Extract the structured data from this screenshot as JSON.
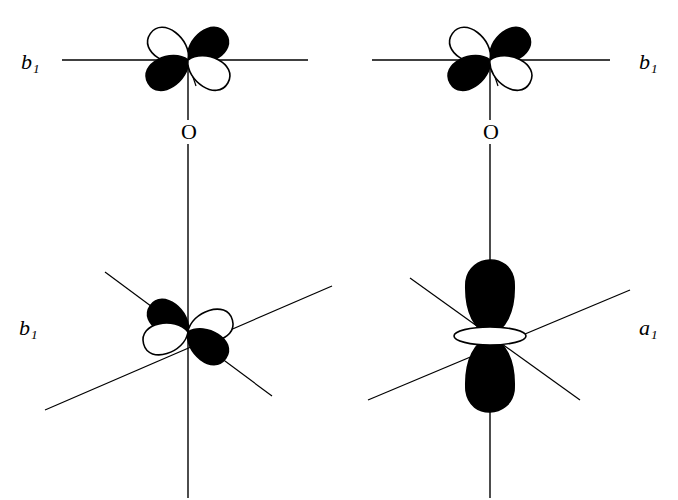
{
  "diagram": {
    "labels": [
      "b₁",
      "b₁",
      "O",
      "O",
      "b₁",
      "a₁"
    ]
  }
}
